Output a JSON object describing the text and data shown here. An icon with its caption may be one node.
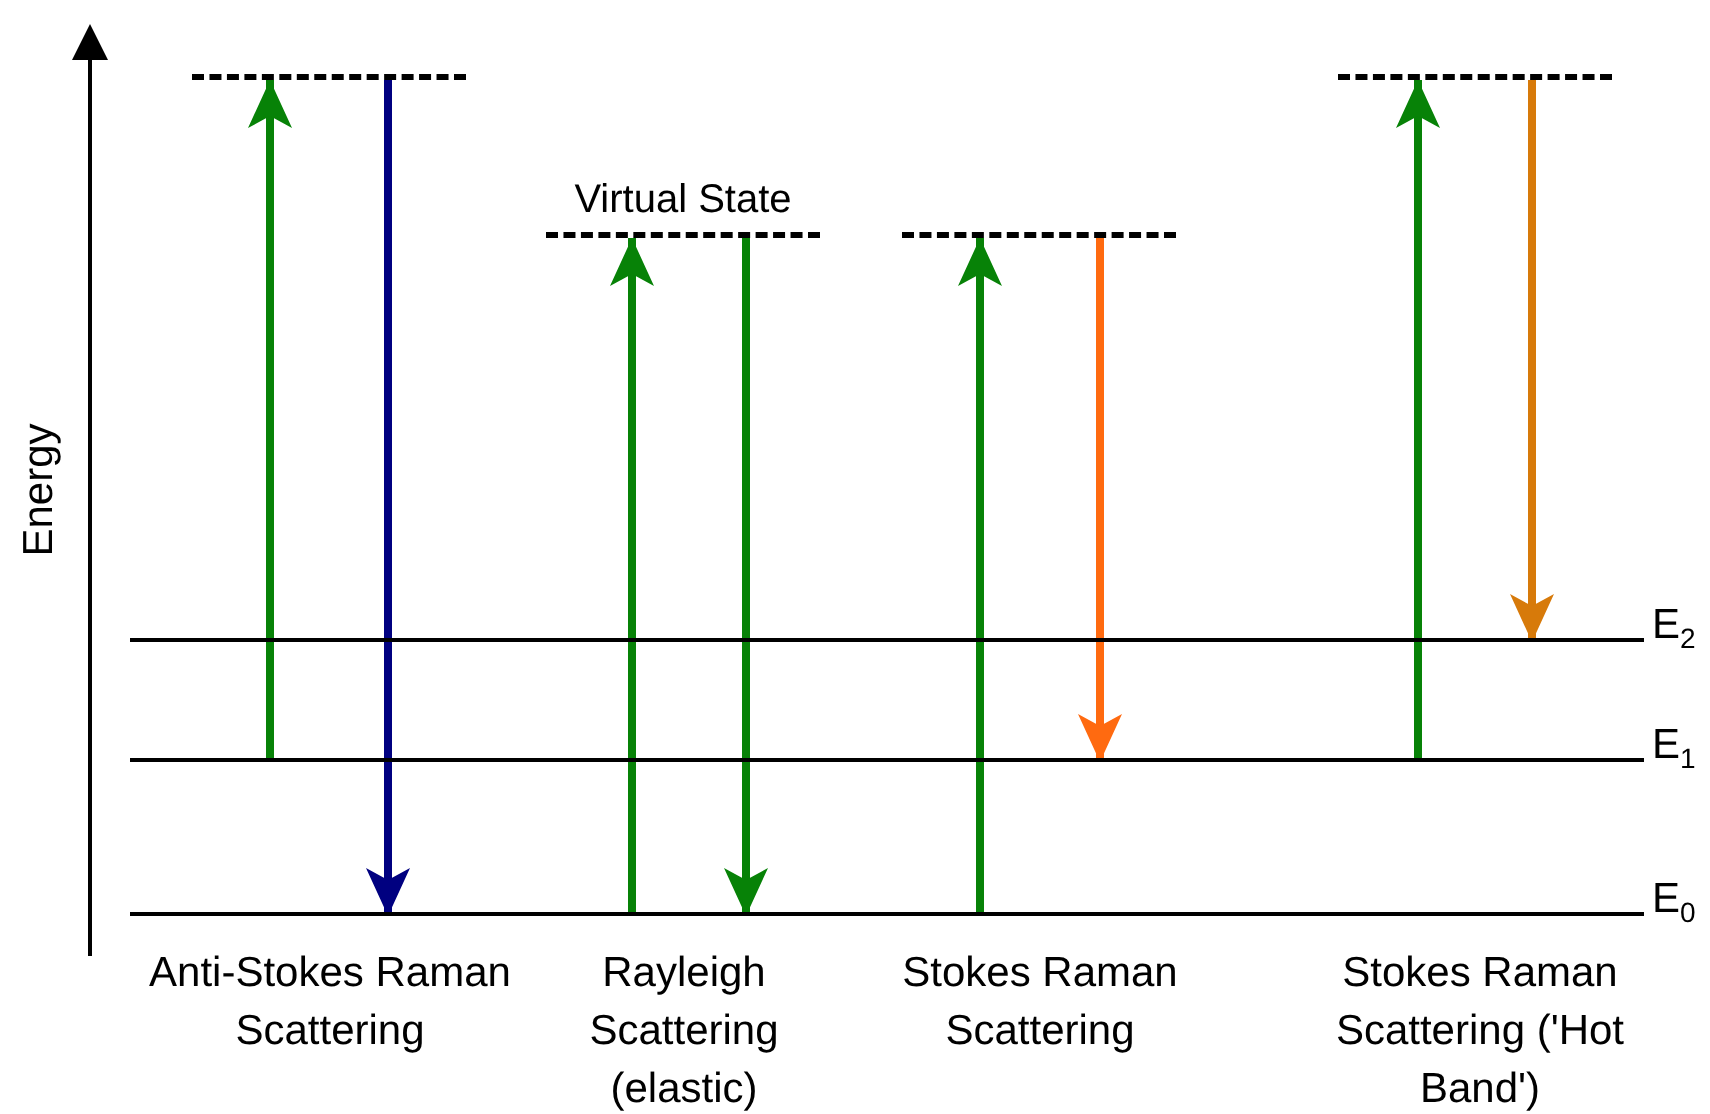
{
  "diagram": {
    "nodes": [
      {
        "text": [],
        "shape": "bar"
      },
      {
        "text": [
          "Virtual State"
        ]
      },
      {
        "text": [],
        "shape": "bar"
      },
      {
        "text": [],
        "shape": "bar"
      },
      {
        "text": [
          "E$_{2}$"
        ]
      },
      {
        "text": [
          "E$_{1}$"
        ]
      },
      {
        "text": [
          "E$_{0}$"
        ]
      }
    ],
    "edges": [
      {
        "from": 5,
        "to": 0,
        "arrow": "to"
      },
      {
        "from": 0,
        "to": 6,
        "arrow": "to",
        "color": "#000080"
      },
      {
        "from": 6,
        "to": 1,
        "arrow": "to"
      },
      {
        "from": 1,
        "to": 6,
        "arrow": "to"
      },
      {
        "from": 6,
        "to": 2,
        "arrow": "to"
      },
      {
        "from": 2,
        "to": 5,
        "arrow": "to",
        "color": "#ff6a10"
      },
      {
        "from": 5,
        "to": 3,
        "arrow": "to"
      },
      {
        "from": 3,
        "to": 4,
        "arrow": "to",
        "color": "#d77a0a"
      }
    ],
    "labels": [
      "Energy",
      "Anti-Stokes Raman Scattering",
      "Rayleigh Scattering (elastic)",
      "Stokes Raman Scattering",
      "Stokes Raman Scattering ('Hot Band')"
    ]
  }
}
